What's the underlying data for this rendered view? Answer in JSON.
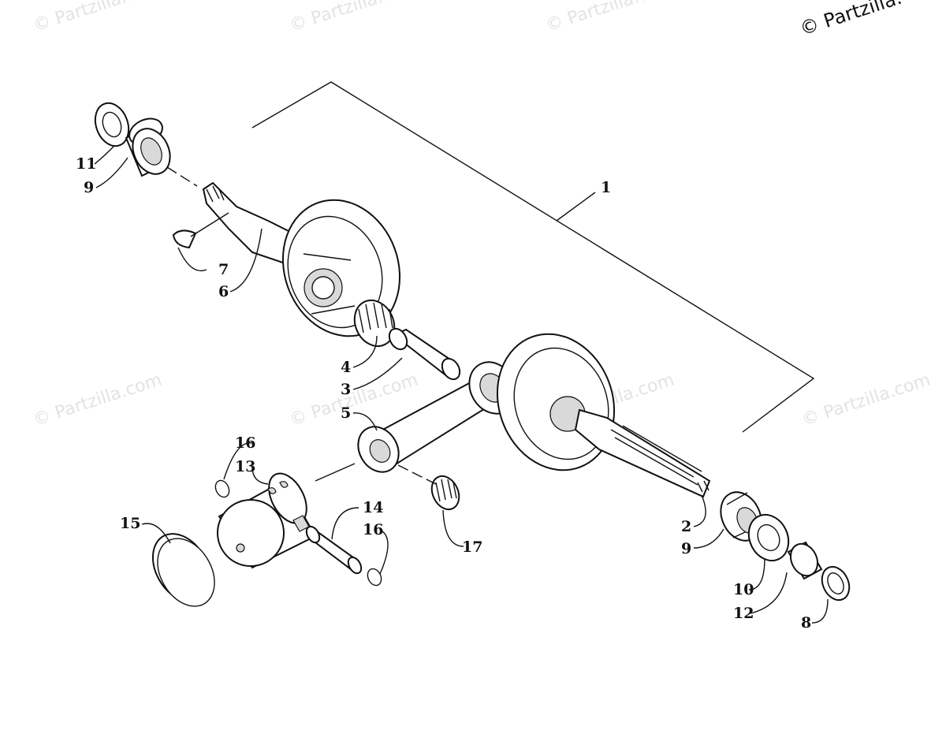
{
  "watermarks": {
    "text": "© Partzilla.com",
    "corner_text": "© Partzilla."
  },
  "callouts": {
    "c1": "1",
    "c2": "2",
    "c3": "3",
    "c4": "4",
    "c5": "5",
    "c6": "6",
    "c7": "7",
    "c8": "8",
    "c9a": "9",
    "c9b": "9",
    "c10": "10",
    "c11": "11",
    "c12": "12",
    "c13": "13",
    "c14": "14",
    "c15": "15",
    "c16a": "16",
    "c16b": "16",
    "c17": "17"
  }
}
